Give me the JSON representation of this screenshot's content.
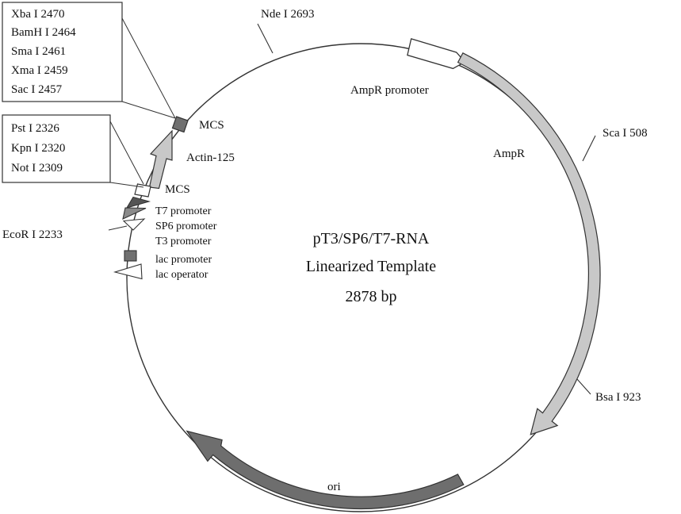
{
  "plasmid": {
    "name_line1": "pT3/SP6/T7-RNA",
    "name_line2": "Linearized Template",
    "size": "2878 bp"
  },
  "sites_box_upper": [
    "Xba I 2470",
    "BamH I 2464",
    "Sma I 2461",
    "Xma I 2459",
    "Sac I 2457"
  ],
  "sites_box_lower": [
    "Pst I 2326",
    "Kpn I 2320",
    "Not I 2309"
  ],
  "sites": {
    "nde": "Nde I 2693",
    "sca": "Sca I 508",
    "bsa": "Bsa I 923",
    "ecor": "EcoR I 2233"
  },
  "features": {
    "ampr_promoter": "AmpR promoter",
    "ampr": "AmpR",
    "ori": "ori",
    "mcs_upper": "MCS",
    "actin": "Actin-125",
    "mcs_lower": "MCS",
    "t7": "T7 promoter",
    "sp6": "SP6 promoter",
    "t3": "T3 promoter",
    "lac_promoter": "lac promoter",
    "lac_operator": "lac operator"
  },
  "colors": {
    "backbone": "#333333",
    "light_feature": "#c8c8c8",
    "dark_feature": "#6e6e6e",
    "mcs_block": "#707070",
    "promoter_dark": "#555555",
    "promoter_mid": "#8a8a8a"
  }
}
